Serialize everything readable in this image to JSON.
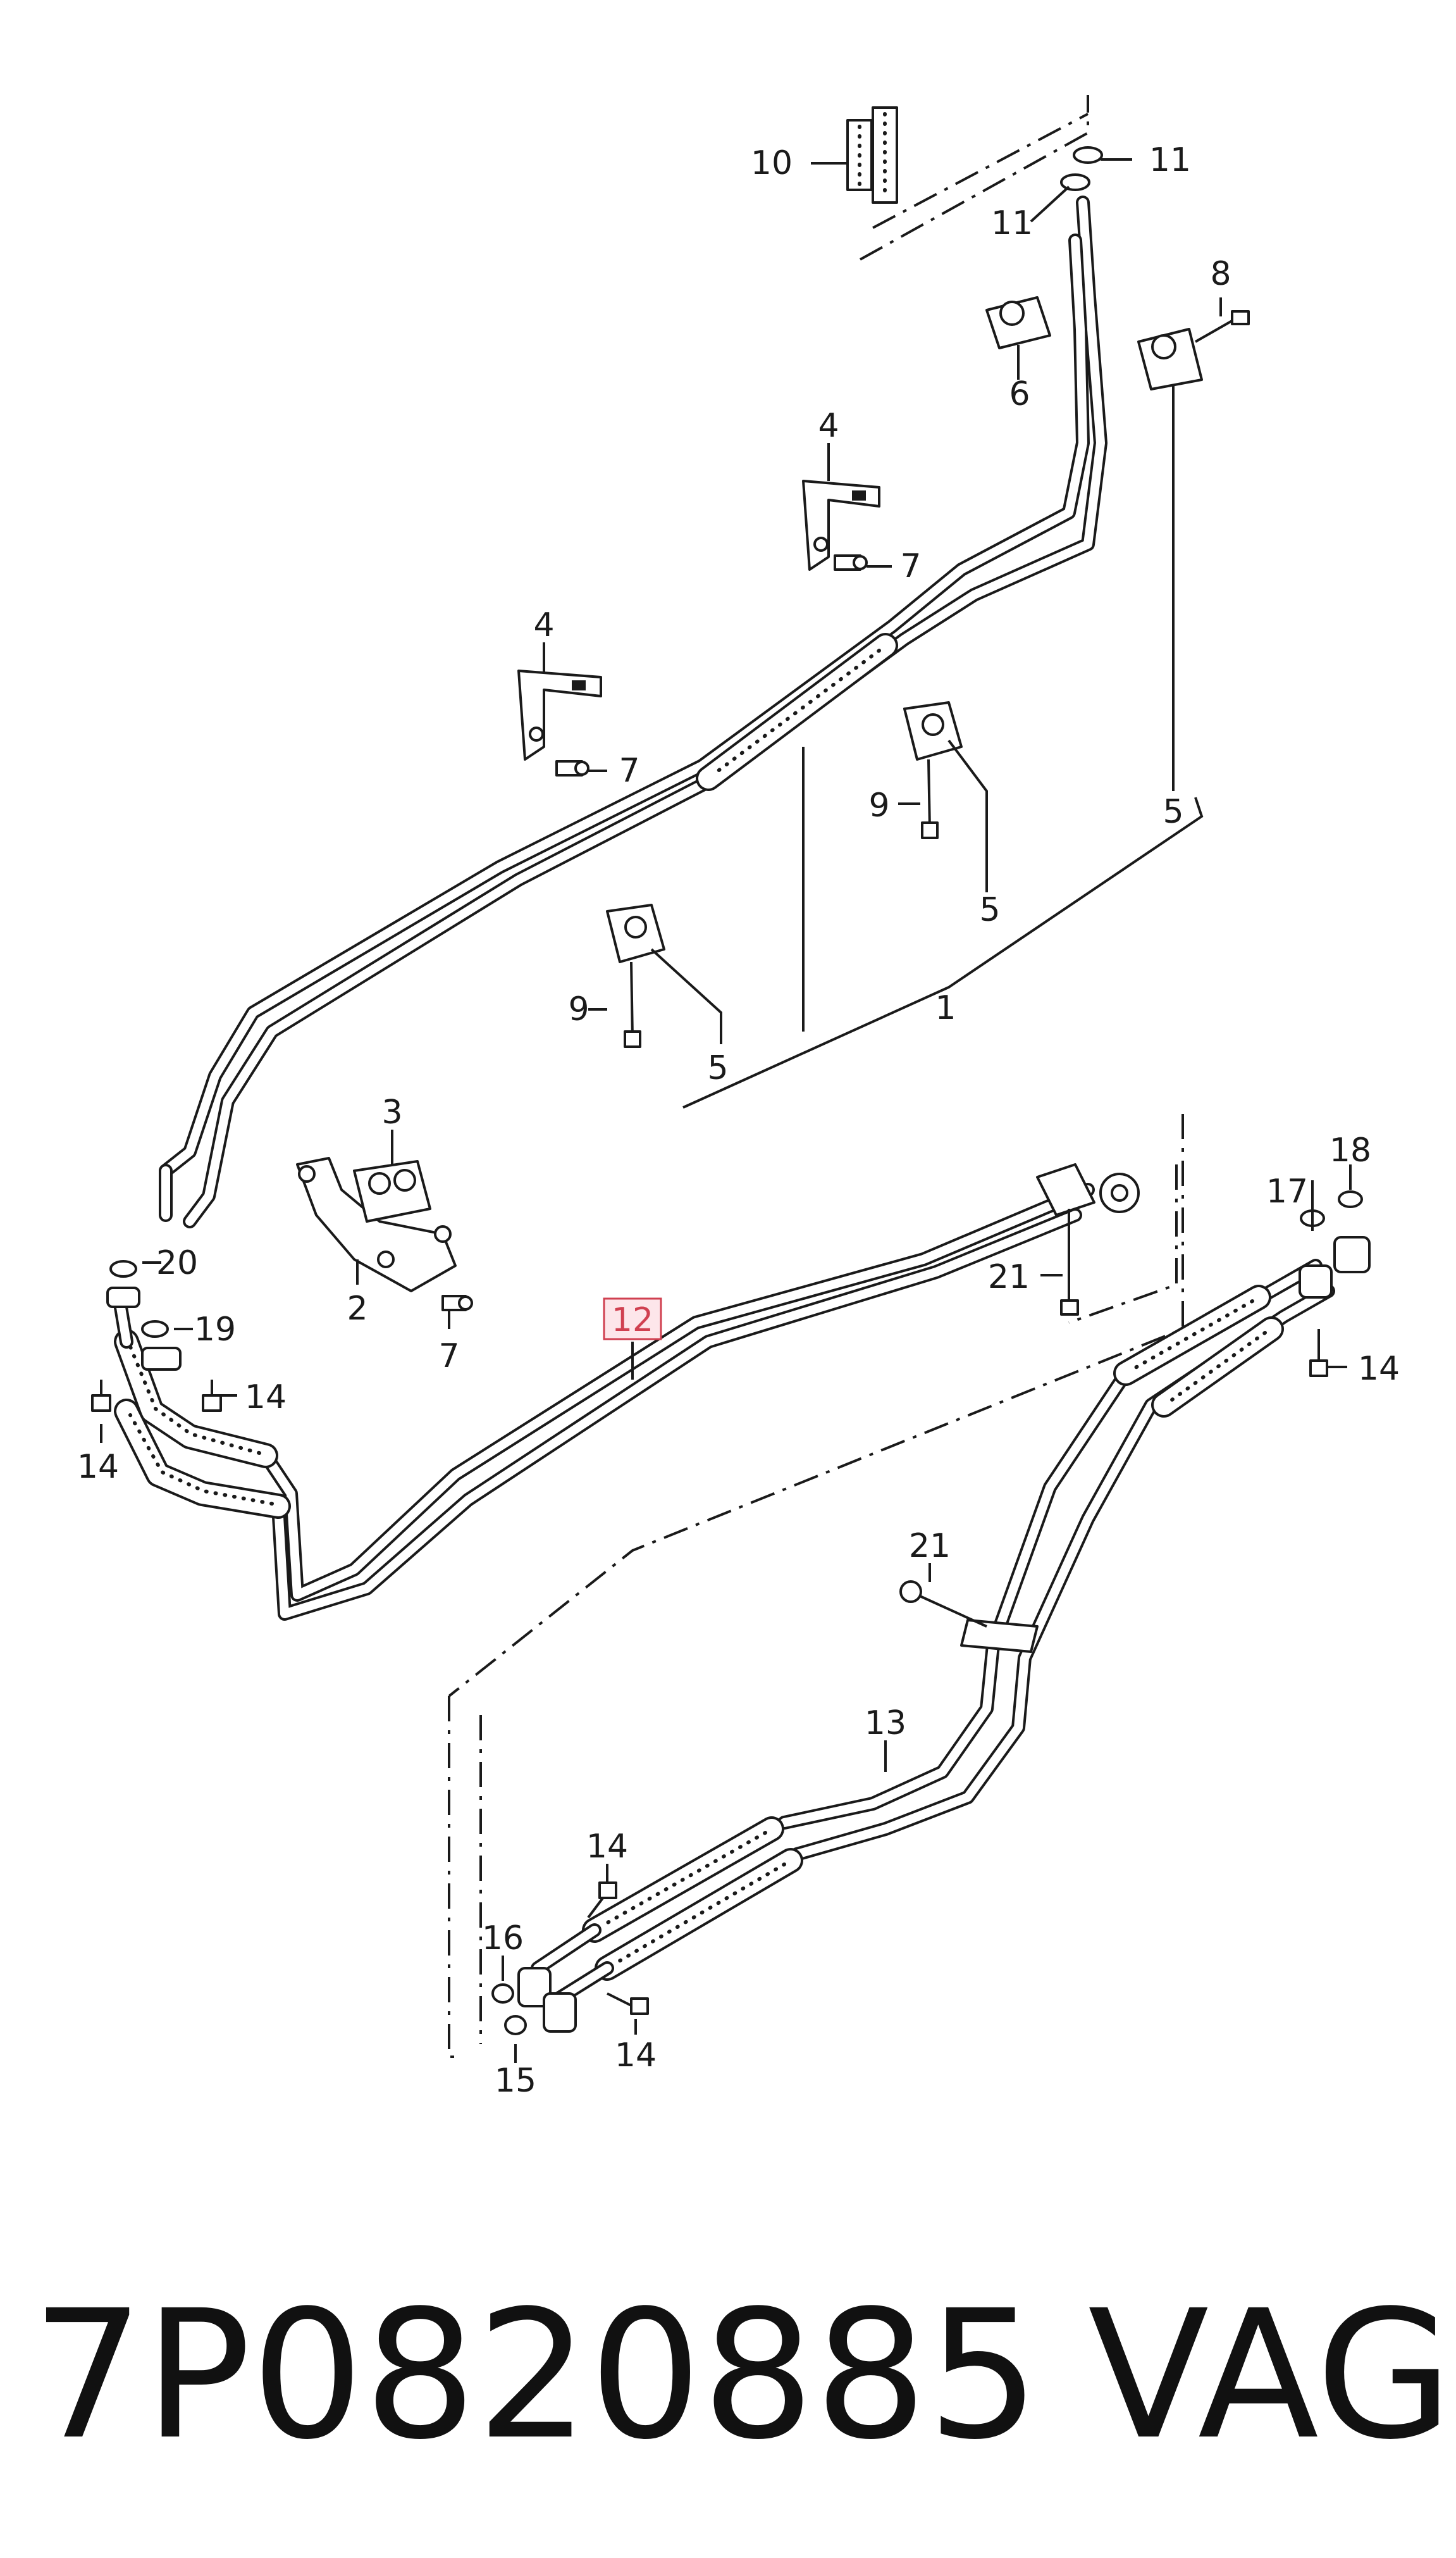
{
  "callouts": {
    "c1": "1",
    "c2": "2",
    "c3": "3",
    "c4": "4",
    "c5": "5",
    "c6": "6",
    "c7": "7",
    "c8": "8",
    "c9": "9",
    "c10": "10",
    "c11": "11",
    "c12": "12",
    "c13": "13",
    "c14": "14",
    "c15": "15",
    "c16": "16",
    "c17": "17",
    "c18": "18",
    "c19": "19",
    "c20": "20",
    "c21": "21"
  },
  "highlighted_callout": "12",
  "caption": {
    "part_number": "7P0820885",
    "brand": "VAG"
  },
  "colors": {
    "line": "#1a1a1a",
    "highlight_border": "#d04050",
    "highlight_fill": "#fde6ea"
  }
}
